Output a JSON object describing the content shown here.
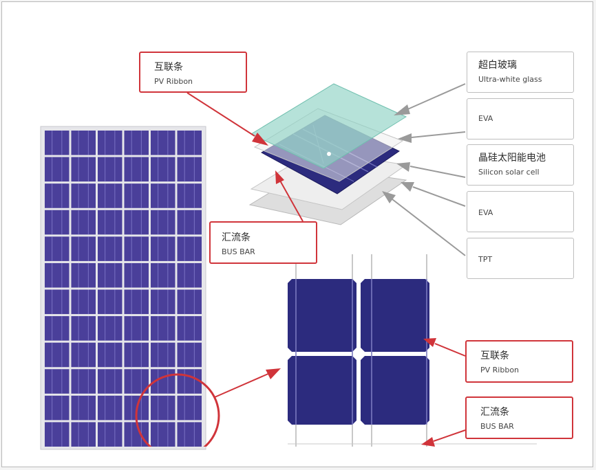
{
  "callouts": {
    "pv_ribbon_top": {
      "cn": "互联条",
      "en": "PV Ribbon"
    },
    "bus_bar_mid": {
      "cn": "汇流条",
      "en": "BUS BAR"
    },
    "pv_ribbon_bottom": {
      "cn": "互联条",
      "en": "PV Ribbon"
    },
    "bus_bar_bottom": {
      "cn": "汇流条",
      "en": "BUS BAR"
    }
  },
  "layers": {
    "glass": {
      "cn": "超白玻璃",
      "en": "Ultra-white glass"
    },
    "eva_top": {
      "en": "EVA"
    },
    "cell": {
      "cn": "晶硅太阳能电池",
      "en": "Silicon solar cell"
    },
    "eva_bottom": {
      "en": "EVA"
    },
    "tpt": {
      "en": "TPT"
    }
  },
  "colors": {
    "accent_red": "#d0343a",
    "cell_blue": "#2c2b7e",
    "panel_purple": "#4a3f9a",
    "glass_teal": "#8fd3c4",
    "grey_arrow": "#9a9a9a"
  },
  "panel": {
    "columns": 6,
    "rows": 12
  }
}
